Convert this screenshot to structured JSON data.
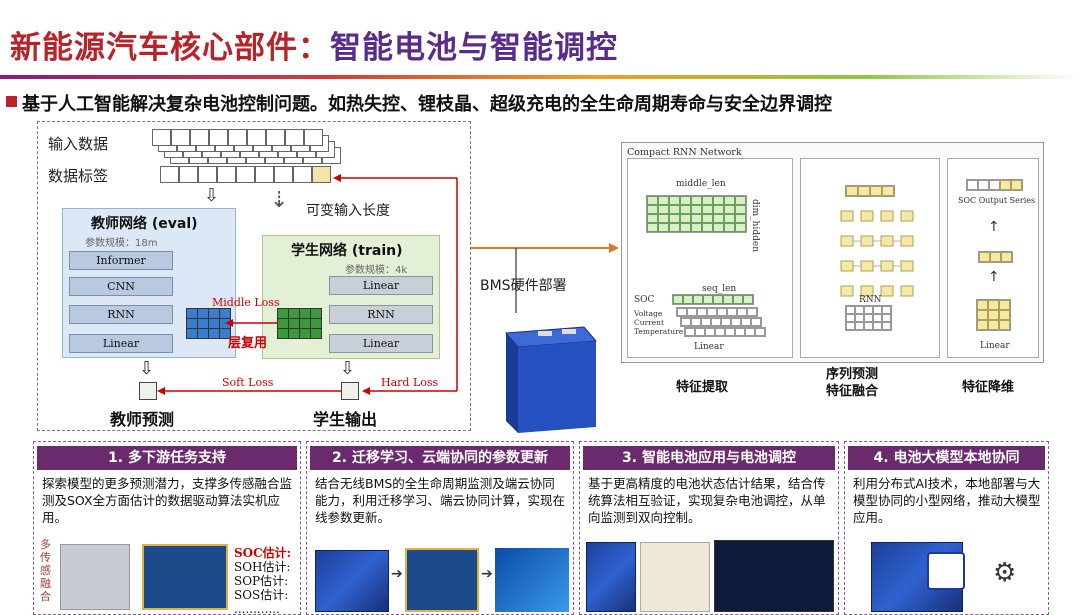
{
  "header": {
    "title_part1": "新能源汽车核心部件：",
    "title_part2": "智能电池与智能调控",
    "subtitle": "基于人工智能解决复杂电池控制问题。如热失控、锂枝晶、超级充电的全生命周期寿命与安全边界调控"
  },
  "left_diagram": {
    "input_label": "输入数据",
    "label_label": "数据标签",
    "variable_len": "可变输入长度",
    "teacher": {
      "title": "教师网络 (eval)",
      "params": "参数规模：18m",
      "layers": [
        "Informer",
        "CNN",
        "RNN",
        "Linear"
      ]
    },
    "student": {
      "title": "学生网络 (train)",
      "params": "参数规模：4k",
      "layers": [
        "Linear",
        "RNN",
        "Linear"
      ]
    },
    "middle_loss": "Middle Loss",
    "layer_reuse": "层复用",
    "soft_loss": "Soft Loss",
    "hard_loss": "Hard Loss",
    "teacher_pred": "教师预测",
    "student_out": "学生输出"
  },
  "bms_label": "BMS硬件部署",
  "right_diagram": {
    "network_title": "Compact RNN Network",
    "middle_len": "middle_len",
    "dim_hidden": "dim_hidden",
    "seq_len": "seq_len",
    "input_features": [
      "SOC",
      "Voltage",
      "Current",
      "Temperature"
    ],
    "linear": "Linear",
    "rnn": "RNN",
    "soc_output": "SOC Output Series",
    "captions": [
      "特征提取",
      "序列预测\n特征融合",
      "特征降维"
    ]
  },
  "cards": [
    {
      "title": "1. 多下游任务支持",
      "body": "探索模型的更多预测潜力，支撑多传感融合监测及SOX全方面估计的数据驱动算法实机应用。",
      "side_label": "多传感融合",
      "outputs": [
        "SOC估计:",
        "SOH估计:",
        "SOP估计:",
        "SOS估计:",
        "............"
      ]
    },
    {
      "title": "2. 迁移学习、云端协同的参数更新",
      "body": "结合无线BMS的全生命周期监测及端云协同能力，利用迁移学习、端云协同计算，实现在线参数更新。"
    },
    {
      "title": "3. 智能电池应用与电池调控",
      "body": "基于更高精度的电池状态估计结果，结合传统算法相互验证，实现复杂电池调控，从单向监测到双向控制。"
    },
    {
      "title": "4. 电池大模型本地协同",
      "body": "利用分布式AI技术，本地部署与大模型协同的小型网络，推动大模型应用。"
    }
  ],
  "colors": {
    "title_red": "#b8232a",
    "title_purple": "#5a2a8c",
    "card_header": "#6b2a6e",
    "loss_red": "#c00000"
  }
}
